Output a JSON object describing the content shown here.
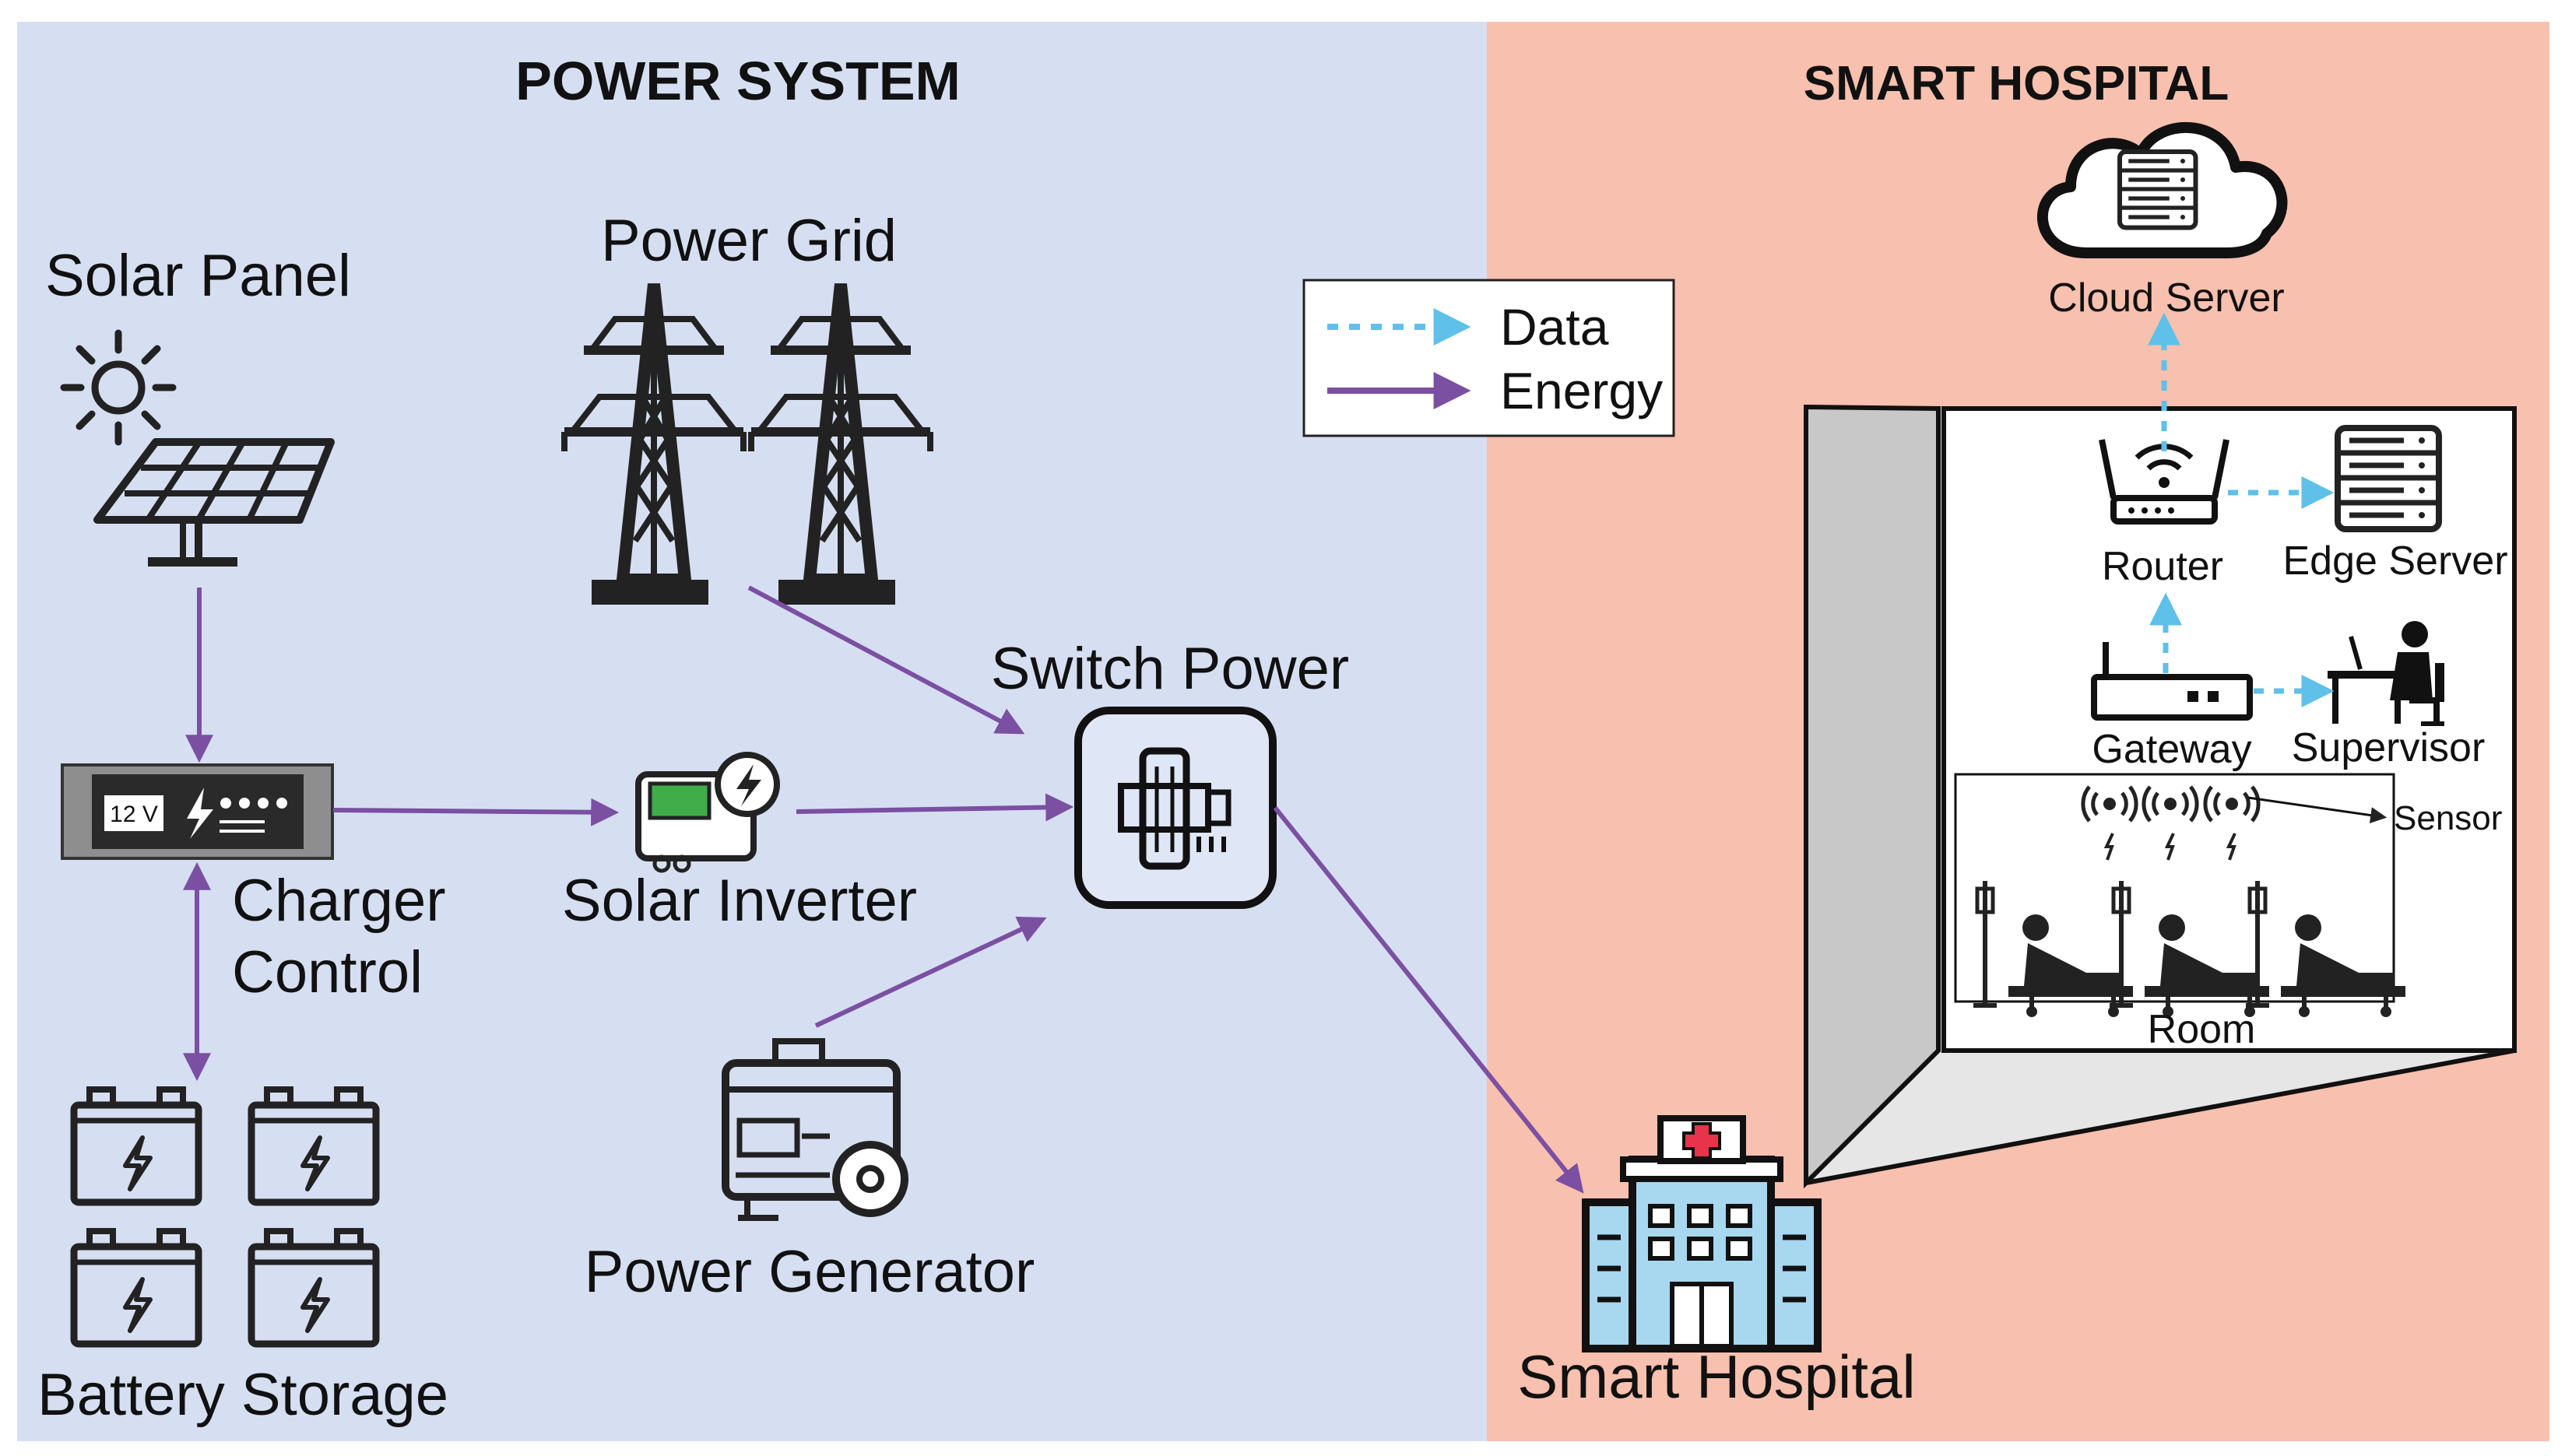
{
  "sections": {
    "power_system": "POWER SYSTEM",
    "smart_hospital": "SMART HOSPITAL"
  },
  "legend": {
    "data": "Data",
    "energy": "Energy"
  },
  "nodes": {
    "solar_panel": "Solar Panel",
    "power_grid": "Power Grid",
    "charger_control_line1": "Charger",
    "charger_control_line2": "Control",
    "charger_voltage": "12 V",
    "solar_inverter": "Solar Inverter",
    "switch_power": "Switch Power",
    "power_generator": "Power Generator",
    "battery_storage": "Battery Storage",
    "smart_hospital": "Smart Hospital",
    "cloud_server": "Cloud Server",
    "router": "Router",
    "edge_server": "Edge Server",
    "gateway": "Gateway",
    "supervisor": "Supervisor",
    "sensor": "Sensor",
    "room": "Room"
  },
  "colors": {
    "power_bg": "#d6dff2",
    "hospital_bg": "#f8c0ae",
    "energy_arrow": "#7b4fa2",
    "data_arrow": "#5fc0ea",
    "icon": "#222222",
    "hospital_cross": "#e8344a"
  }
}
